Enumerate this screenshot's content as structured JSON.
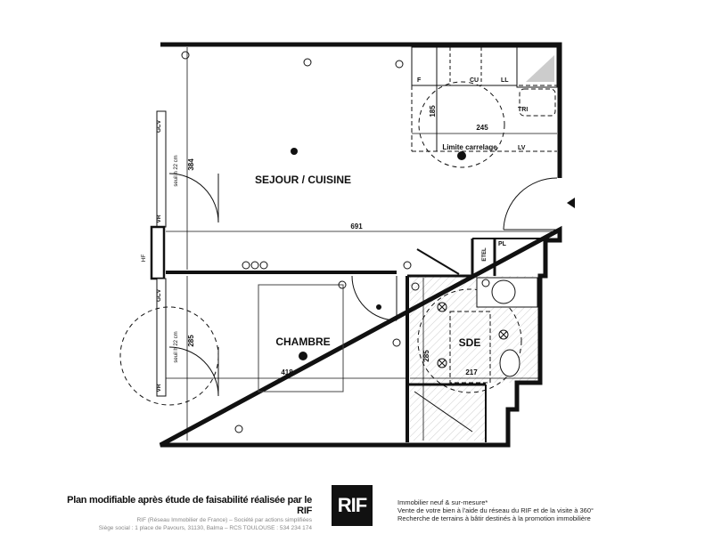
{
  "plan": {
    "rooms": {
      "living": "SEJOUR / CUISINE",
      "bedroom": "CHAMBRE",
      "bathroom": "SDE"
    },
    "dimensions": {
      "total_width": "691",
      "living_depth": "384",
      "kitchen_depth": "185",
      "kitchen_width": "245",
      "bedroom_width": "418",
      "bedroom_depth": "285",
      "bath_depth": "285",
      "bath_width": "217"
    },
    "annotations": {
      "tile_limit": "Limite carrelage",
      "fridge": "F",
      "cooktop": "CU",
      "dishwasher": "LL",
      "sorting": "TRI",
      "washer": "LV",
      "cupboard": "PL",
      "electrical": "ETEL",
      "window_left_1": "GCV",
      "shutter_1": "VR",
      "window_high": "HF",
      "window_left_2": "GCV",
      "shutter_2": "VR",
      "sill_1": "seuil h 22 cm",
      "sill_2": "seuil h 22 cm"
    }
  },
  "footer": {
    "title": "Plan modifiable après étude de faisabilité réalisée par le RIF",
    "company_line": "RIF (Réseau Immobilier de France) – Société par actions simplifiées",
    "address_line": "Siège social : 1 place de Pavours, 31130, Balma – RCS TOULOUSE : 534 234 174",
    "logo": "RIF",
    "tagline_1": "Immobilier neuf & sur-mesure*",
    "tagline_2": "Vente de votre bien à l'aide du réseau du RIF et de la visite à 360°",
    "tagline_3": "Recherche de terrains à bâtir destinés à la promotion immobilière"
  }
}
